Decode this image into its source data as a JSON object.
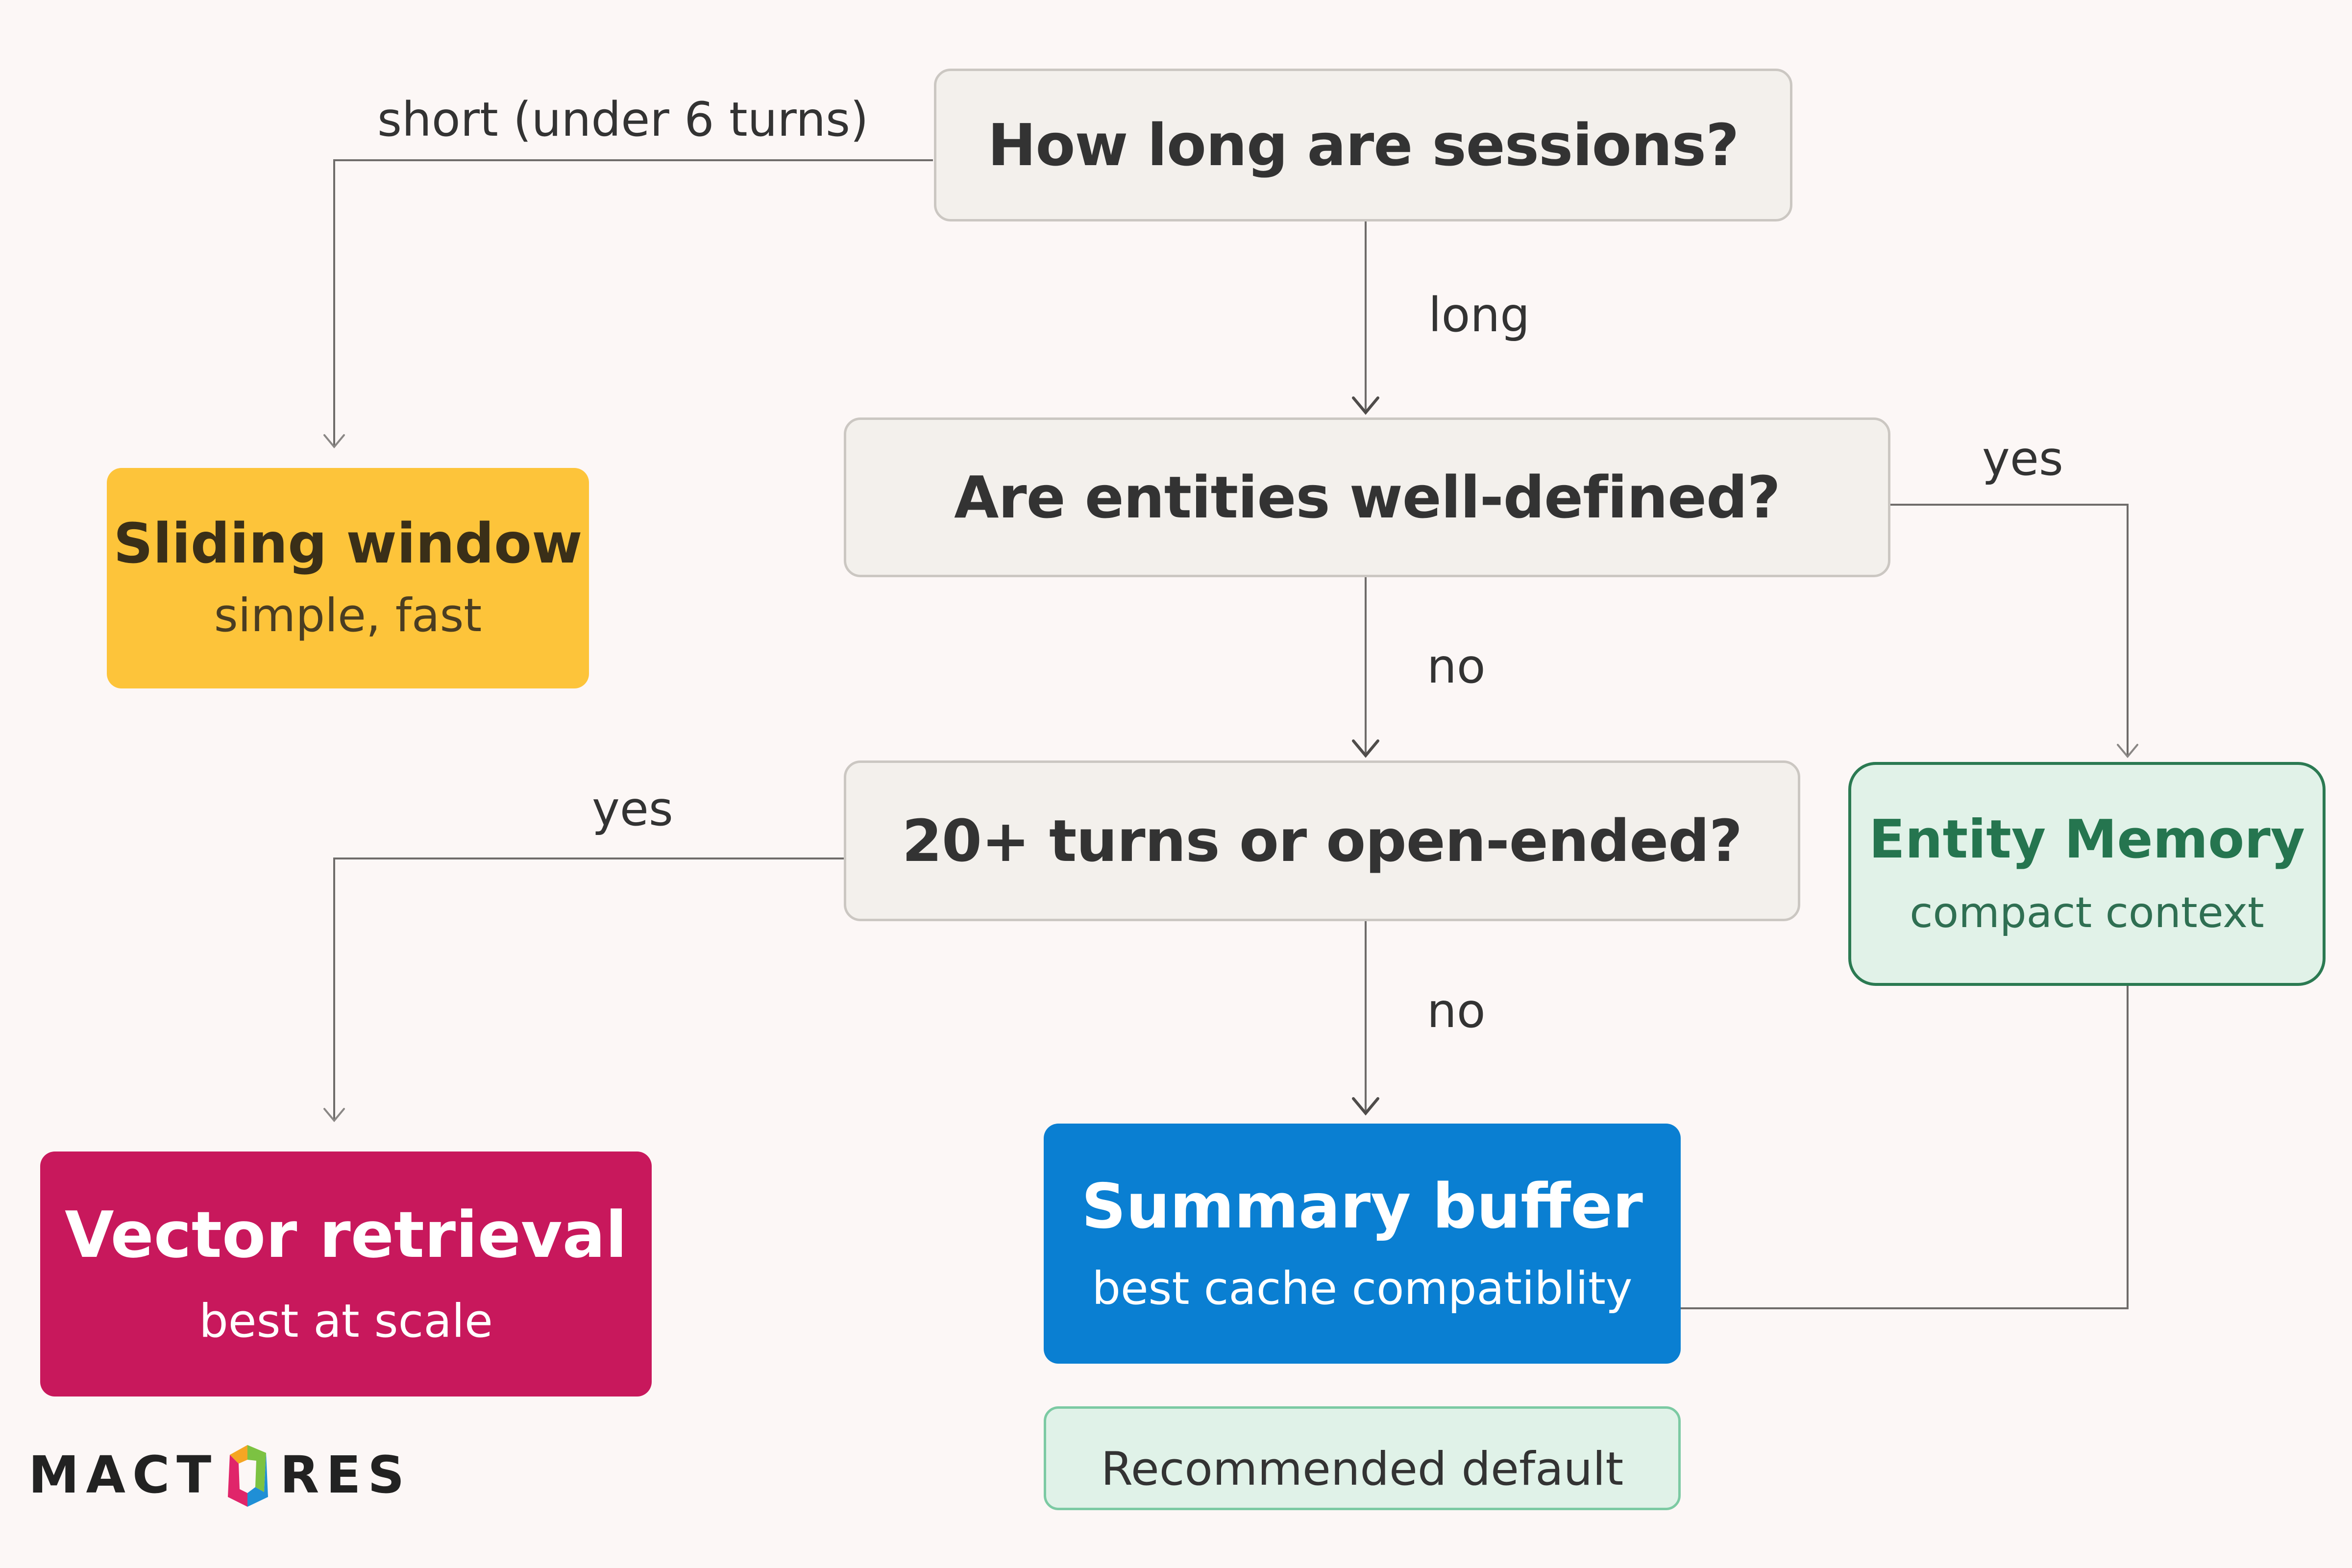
{
  "nodes": {
    "q_sessions": {
      "text": "How long are sessions?"
    },
    "q_entities": {
      "text": "Are entities well-defined?"
    },
    "q_turns": {
      "text": "20+ turns or open-ended?"
    },
    "sliding_window": {
      "title": "Sliding window",
      "subtitle": "simple, fast"
    },
    "vector_retrieval": {
      "title": "Vector retrieval",
      "subtitle": "best at scale"
    },
    "summary_buffer": {
      "title": "Summary buffer",
      "subtitle": "best cache compatiblity"
    },
    "entity_memory": {
      "title": "Entity Memory",
      "subtitle": "compact context"
    },
    "recommended": {
      "text": "Recommended default"
    }
  },
  "edges": {
    "sessions_short": "short (under 6 turns)",
    "sessions_long": "long",
    "entities_yes": "yes",
    "entities_no": "no",
    "turns_yes": "yes",
    "turns_no": "no"
  },
  "logo": {
    "text_before": "MACT",
    "text_after": "RES"
  },
  "colors": {
    "background": "#fcf7f6",
    "decision_fill": "#f3f0ec",
    "sliding_window": "#fdc43a",
    "vector_retrieval": "#c8185c",
    "summary_buffer": "#0a7fd2",
    "entity_memory_fill": "#e1f2e8",
    "entity_memory_border": "#2b7a52",
    "recommended_fill": "#e0f2e8"
  }
}
